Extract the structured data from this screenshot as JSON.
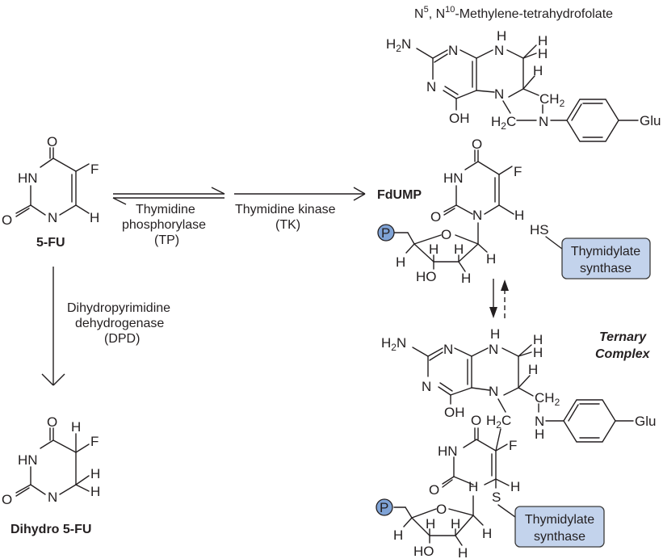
{
  "title": "5-FU metabolism and thymidylate synthase inhibition",
  "colors": {
    "ink": "#231f20",
    "enzyme_box_fill": "#c3d3ec",
    "enzyme_box_stroke": "#3a3a3a",
    "phosphate_fill": "#7fa3d6"
  },
  "compounds": {
    "fu": {
      "name": "5-FU",
      "atoms": {
        "o_top": "O",
        "hn": "HN",
        "f": "F",
        "o_left": "O",
        "n": "N",
        "h": "H"
      }
    },
    "dihydro": {
      "name": "Dihydro 5-FU",
      "atoms": {
        "o_top": "O",
        "hn": "HN",
        "h_top": "H",
        "f": "F",
        "o_left": "O",
        "n": "N",
        "h1": "H",
        "h2": "H"
      }
    },
    "fdump": {
      "name": "FdUMP",
      "atoms": {
        "o_top": "O",
        "hn": "HN",
        "f": "F",
        "o_left": "O",
        "n": "N",
        "h": "H",
        "p": "P",
        "o_ring": "O",
        "h5": "H",
        "h4": "H",
        "h3": "H",
        "h1": "H",
        "ho": "HO",
        "h2": "H"
      }
    },
    "mthf": {
      "name": "N5, N10-Methylene-tetrahydrofolate",
      "name_parts": {
        "n1": "N",
        "sup1": "5",
        "sep": ", N",
        "sup2": "10",
        "rest": "-Methylene-tetrahydrofolate"
      },
      "atoms": {
        "h2n": "H",
        "h2n_sub": "2",
        "h2n_n": "N",
        "n_top": "N",
        "nh_h": "H",
        "nh_n": "N",
        "h_a": "H",
        "h_b": "H",
        "h_c": "H",
        "n_left": "N",
        "n5": "N",
        "ch2": "CH",
        "ch2_sub": "2",
        "oh": "OH",
        "h2c": "H",
        "h2c_sub": "2",
        "h2c_c": "C",
        "n10": "N",
        "glu": "Glu"
      }
    },
    "ternary": {
      "name_line1": "Ternary",
      "name_line2": "Complex",
      "atoms": {
        "h2n": "H",
        "h2n_sub": "2",
        "h2n_n": "N",
        "n_top": "N",
        "nh_h": "H",
        "nh_n": "N",
        "h_a": "H",
        "h_b": "H",
        "h_c": "H",
        "n_left": "N",
        "n5": "N",
        "ch2": "CH",
        "ch2_sub": "2",
        "oh": "OH",
        "o_upper": "O",
        "h2c": "H",
        "h2c_sub": "2",
        "h2c_c": "C",
        "n10": "N",
        "n10_h": "H",
        "glu": "Glu",
        "hn": "HN",
        "f": "F",
        "o_left": "O",
        "h_n1": "H",
        "h_c6": "H",
        "s": "S",
        "p": "P",
        "o_ring": "O",
        "h5": "H",
        "h4": "H",
        "h3": "H",
        "h1": "H",
        "ho": "HO",
        "h2": "H"
      }
    }
  },
  "enzymes": {
    "tp": {
      "line1": "Thymidine",
      "line2": "phosphorylase",
      "line3": "(TP)"
    },
    "tk": {
      "line1": "Thymidine kinase",
      "line2": "(TK)"
    },
    "dpd": {
      "line1": "Dihydropyrimidine",
      "line2": "dehydrogenase",
      "line3": "(DPD)"
    },
    "ts_box_1": {
      "line1": "Thymidylate",
      "line2": "synthase"
    },
    "ts_box_2": {
      "line1": "Thymidylate",
      "line2": "synthase"
    },
    "hs": "HS"
  }
}
